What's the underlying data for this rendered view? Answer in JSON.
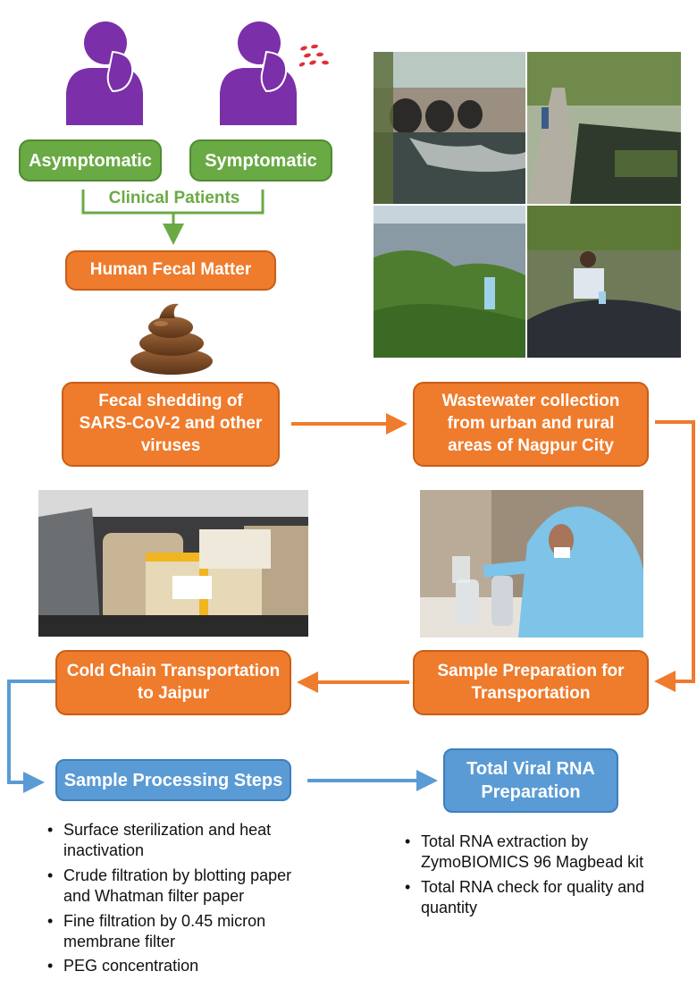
{
  "patients": {
    "asymptomatic_label": "Asymptomatic",
    "symptomatic_label": "Symptomatic",
    "group_label": "Clinical Patients"
  },
  "steps": {
    "fecal_matter": "Human Fecal Matter",
    "fecal_shedding": "Fecal shedding of SARS-CoV-2 and other viruses",
    "wastewater": "Wastewater collection from urban and rural areas of Nagpur City",
    "sample_prep": "Sample Preparation for Transportation",
    "cold_chain": "Cold Chain Transportation to Jaipur",
    "processing": "Sample Processing Steps",
    "rna_prep": "Total Viral RNA Preparation"
  },
  "processing_list": [
    "Surface sterilization and heat inactivation",
    "Crude filtration by blotting paper and Whatman filter paper",
    "Fine filtration by 0.45 micron membrane filter",
    "PEG concentration"
  ],
  "rna_list": [
    "Total RNA extraction by ZymoBIOMICS 96 Magbead kit",
    "Total RNA check for quality and quantity"
  ],
  "bullet": "•",
  "colors": {
    "orange": "#ef7b2c",
    "green": "#6aaa45",
    "blue": "#5b9bd5",
    "purple": "#7b2fa8",
    "poop": "#7a4a24",
    "droplets": "#e0303a"
  },
  "icons": {
    "person_asymptomatic": "person-hand-over-mouth-icon",
    "person_symptomatic": "person-coughing-icon",
    "poop": "poop-icon"
  }
}
